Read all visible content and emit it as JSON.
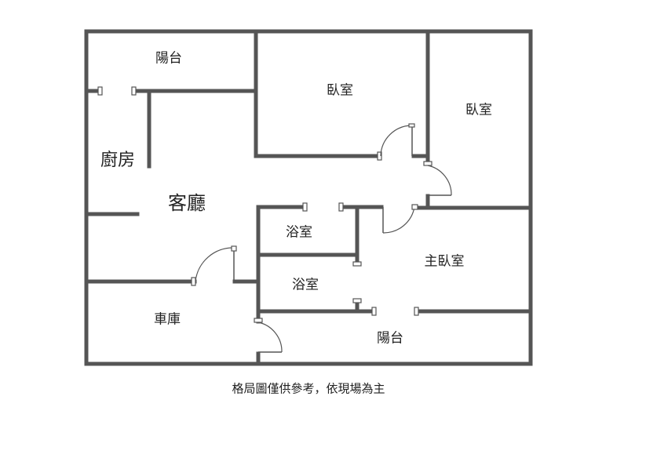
{
  "rooms": {
    "balcony_top": "陽台",
    "bedroom_center": "臥室",
    "bedroom_right": "臥室",
    "kitchen": "廚房",
    "living_room": "客廳",
    "bathroom_upper": "浴室",
    "bathroom_lower": "浴室",
    "master_bedroom": "主臥室",
    "garage": "車庫",
    "balcony_bottom": "陽台"
  },
  "caption": "格局圖僅供參考，依現場為主",
  "colors": {
    "wall": "#555555",
    "background": "#ffffff",
    "text": "#222222"
  }
}
